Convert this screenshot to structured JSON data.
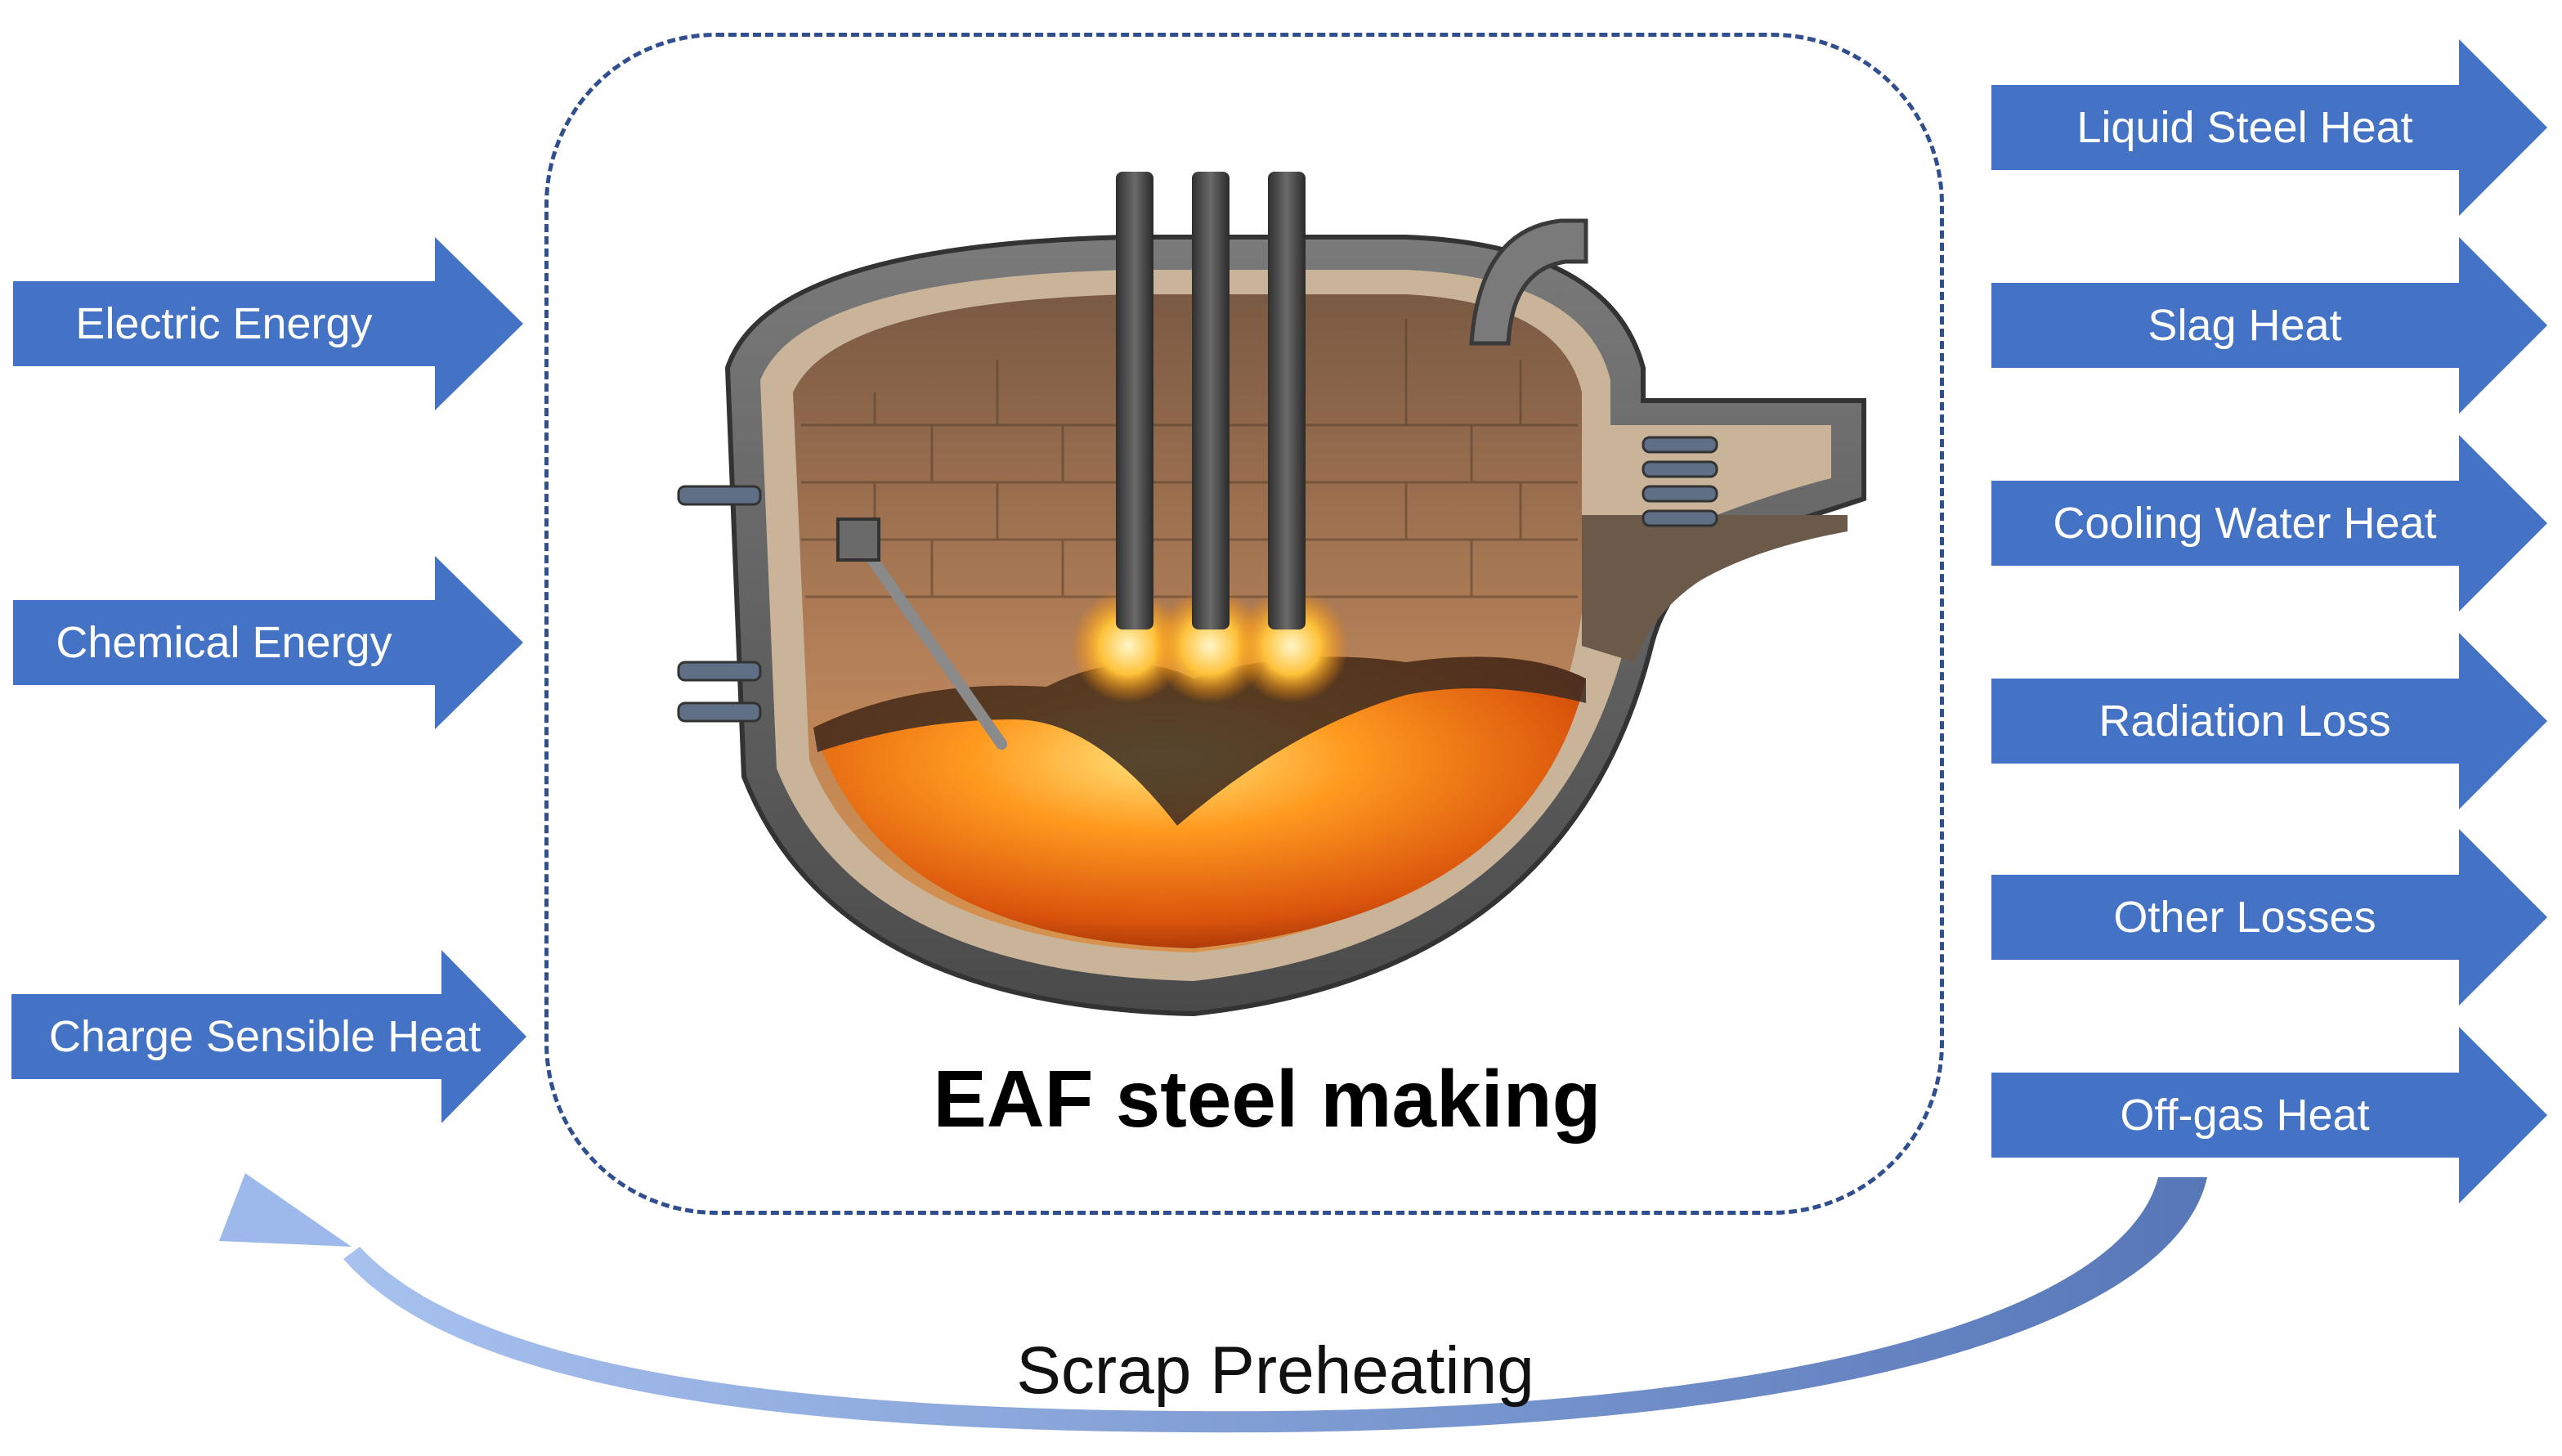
{
  "colors": {
    "arrow_fill": "#4472c4",
    "dashed_border": "#2f4f8f",
    "loop_arrow_start": "#8fb0e8",
    "loop_arrow_end": "#5777b8"
  },
  "inputs": [
    {
      "label": "Electric Energy"
    },
    {
      "label": "Chemical Energy"
    },
    {
      "label": "Charge Sensible Heat"
    }
  ],
  "outputs": [
    {
      "label": "Liquid Steel Heat"
    },
    {
      "label": "Slag Heat"
    },
    {
      "label": "Cooling Water Heat"
    },
    {
      "label": "Radiation Loss"
    },
    {
      "label": "Other Losses"
    },
    {
      "label": "Off-gas Heat"
    }
  ],
  "center": {
    "title": "EAF steel making",
    "illustration": "electric-arc-furnace-illustration"
  },
  "recycle": {
    "label": "Scrap Preheating"
  }
}
